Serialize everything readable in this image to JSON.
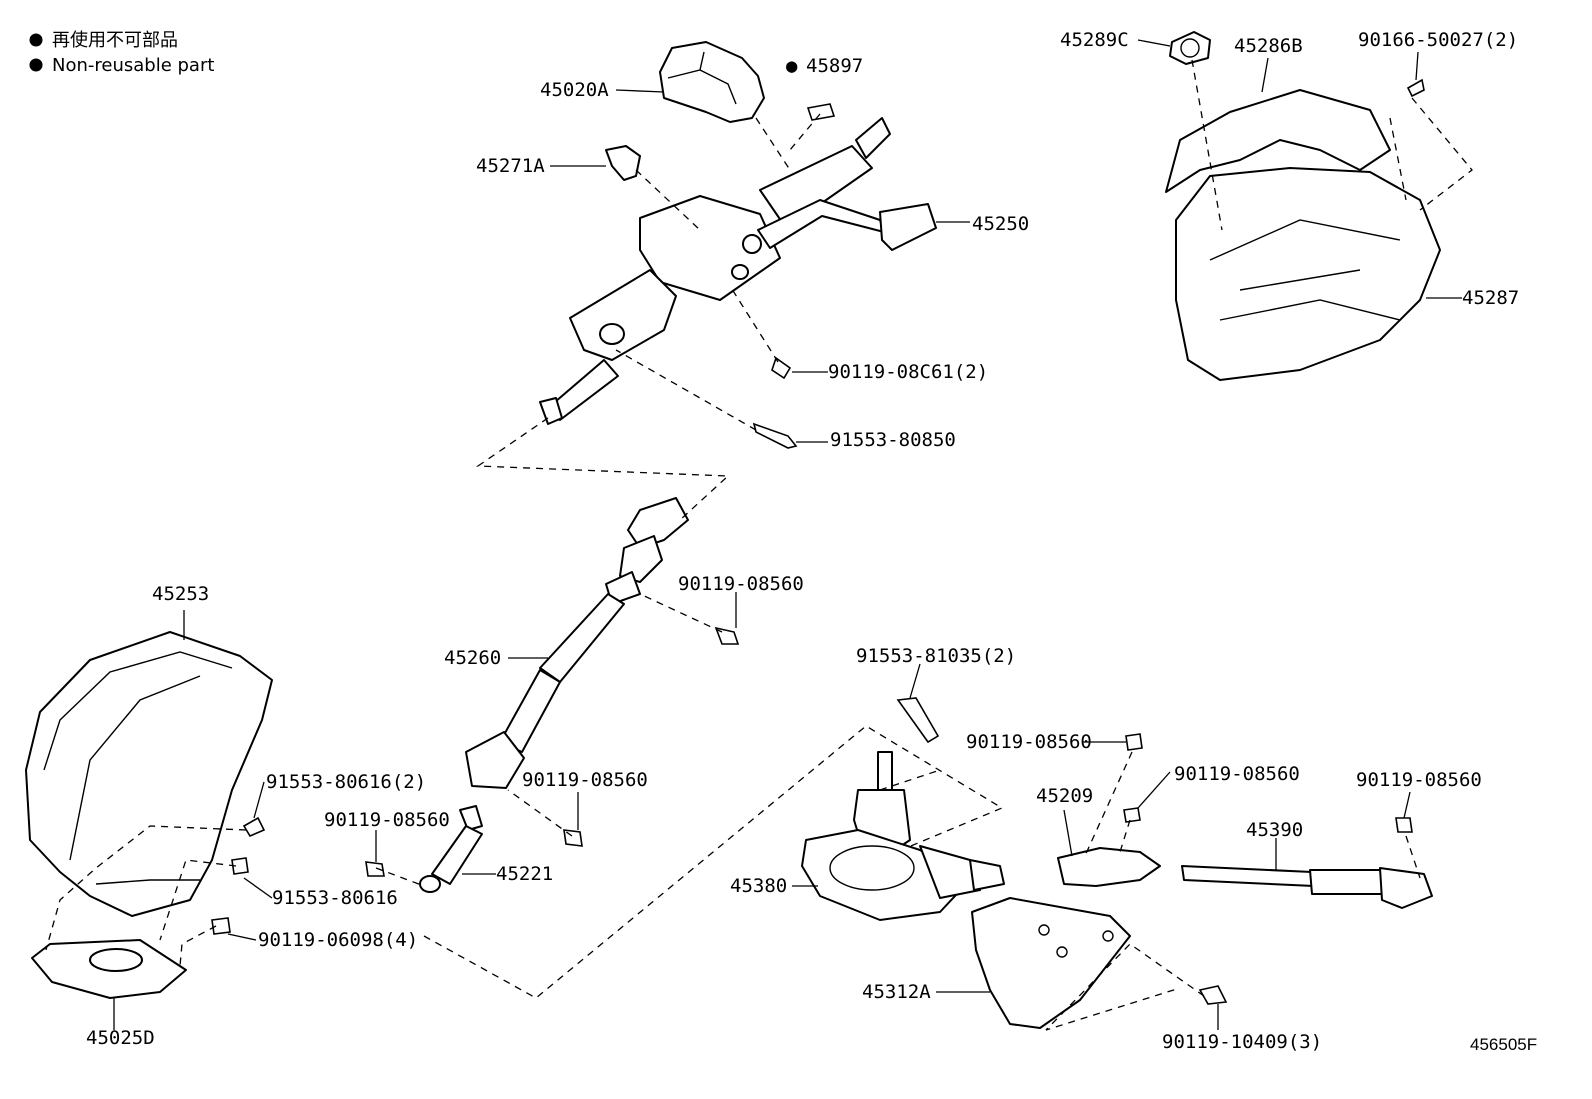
{
  "legend": {
    "non_reusable_jp": "再使用不可部品",
    "non_reusable_en": "Non-reusable part",
    "bullet": "●"
  },
  "figure_id": "456505F",
  "labels": {
    "p45020A": "45020A",
    "p45897": "45897",
    "p45271A": "45271A",
    "p45250": "45250",
    "p90119_08C61": "90119-08C61(2)",
    "p91553_80850": "91553-80850",
    "p45289C": "45289C",
    "p45286B": "45286B",
    "p90166_50027": "90166-50027(2)",
    "p45287": "45287",
    "p45253": "45253",
    "p45260": "45260",
    "p90119_08560_a": "90119-08560",
    "p91553_80616_2": "91553-80616(2)",
    "p90119_08560_b": "90119-08560",
    "p90119_08560_c": "90119-08560",
    "p91553_80616": "91553-80616",
    "p90119_06098": "90119-06098(4)",
    "p45221": "45221",
    "p45025D": "45025D",
    "p91553_81035": "91553-81035(2)",
    "p90119_08560_d": "90119-08560",
    "p45209": "45209",
    "p90119_08560_e": "90119-08560",
    "p90119_08560_f": "90119-08560",
    "p45390": "45390",
    "p45380": "45380",
    "p45312A": "45312A",
    "p90119_10409": "90119-10409(3)"
  }
}
